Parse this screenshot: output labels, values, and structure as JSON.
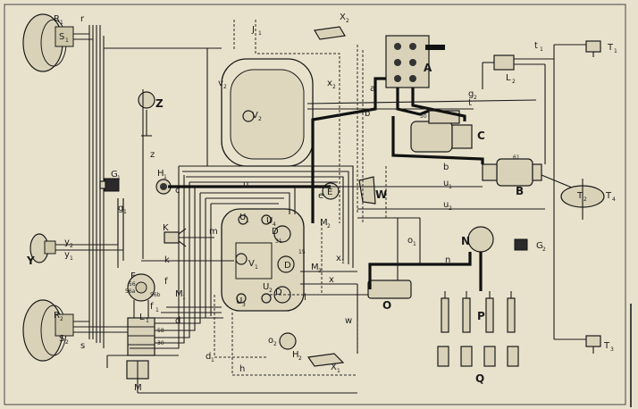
{
  "components": {
    "A": "A",
    "B": "B",
    "C": "C",
    "D1": "D",
    "D2": "D",
    "D3": "D",
    "E": "E",
    "F": "F",
    "G1": "G",
    "G1s": "1",
    "G2": "G",
    "G2s": "2",
    "H1": "H",
    "H1s": "1",
    "H2": "H",
    "H2s": "2",
    "K": "K",
    "L1": "L",
    "L1s": "1",
    "L2": "L",
    "L2s": "2",
    "M": "M",
    "M1": "M",
    "M1s": "1",
    "M2": "M",
    "M2s": "2",
    "M3": "M",
    "M3s": "3",
    "N": "N",
    "O": "O",
    "P": "P",
    "Q": "Q",
    "R1": "R",
    "R1s": "1",
    "R2": "R",
    "R2s": "2",
    "S1": "S",
    "S1s": "1",
    "S2": "S",
    "S2s": "2",
    "T1": "T",
    "T1s": "1",
    "T2": "T",
    "T2s": "2",
    "T3": "T",
    "T3s": "3",
    "T4": "T",
    "T4s": "4",
    "U1": "U",
    "U1s": "1",
    "U2": "U",
    "U2s": "2",
    "U3": "U",
    "U3s": "3",
    "U4": "U",
    "U4s": "4",
    "V1": "V",
    "V1s": "1",
    "V2": "V",
    "V2s": "2",
    "W": "W",
    "X1": "X",
    "X1s": "1",
    "X2": "X",
    "X2s": "2",
    "Y": "Y",
    "Z": "Z",
    "J1": "J",
    "J1s": "1"
  },
  "wire_codes": {
    "a": "a",
    "b": "b",
    "b2": "b",
    "c": "c",
    "d": "d",
    "d1": "d",
    "d1s": "1",
    "e": "e",
    "f": "f",
    "f1": "f",
    "f1s": "1",
    "g1": "g",
    "g1s": "1",
    "g2": "g",
    "g2s": "2",
    "h": "h",
    "k": "k",
    "l": "l",
    "m": "m",
    "n": "n",
    "o1": "o",
    "o1s": "1",
    "o2": "o",
    "o2s": "2",
    "r": "r",
    "s": "s",
    "t": "t",
    "t1": "t",
    "t1s": "1",
    "u": "u",
    "u1": "u",
    "u1s": "1",
    "u2": "u",
    "u2s": "2",
    "v": "v",
    "v1": "v",
    "v1s": "1",
    "v2": "v",
    "v2s": "2",
    "w": "w",
    "x": "x",
    "x1": "x",
    "x1s": "1",
    "x2": "x",
    "x2s": "2",
    "y1": "y",
    "y1s": "1",
    "y2": "y",
    "y2s": "2",
    "z": "z"
  },
  "terminal_labels": {
    "t30": "30",
    "t31": "31",
    "t15": "15",
    "t56": "56",
    "t56a": "56a",
    "t56b": "56b",
    "t58": "58",
    "t61": "61",
    "t50": "50"
  },
  "colors": {
    "paper": "#e8e2cc",
    "ink": "#1b1b1b"
  }
}
